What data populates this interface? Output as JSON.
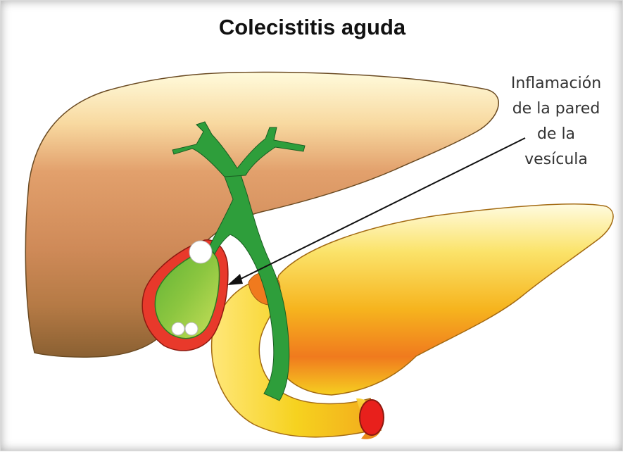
{
  "title": "Colecistitis aguda",
  "callout": {
    "lines": [
      "Inflamación",
      "de la pared",
      "de la",
      "vesícula"
    ]
  },
  "colors": {
    "liver_light": "#fff6c8",
    "liver_mid": "#e6a36f",
    "liver_dark": "#9a6a38",
    "bile_duct": "#2e9e3b",
    "gallbladder": "#7fc242",
    "inflamed_wall": "#e8392b",
    "pancreas": "#f6d21f",
    "pancreas_orange": "#f07a1e",
    "duodenum": "#f2c51d",
    "gallstone": "#ffffff"
  }
}
